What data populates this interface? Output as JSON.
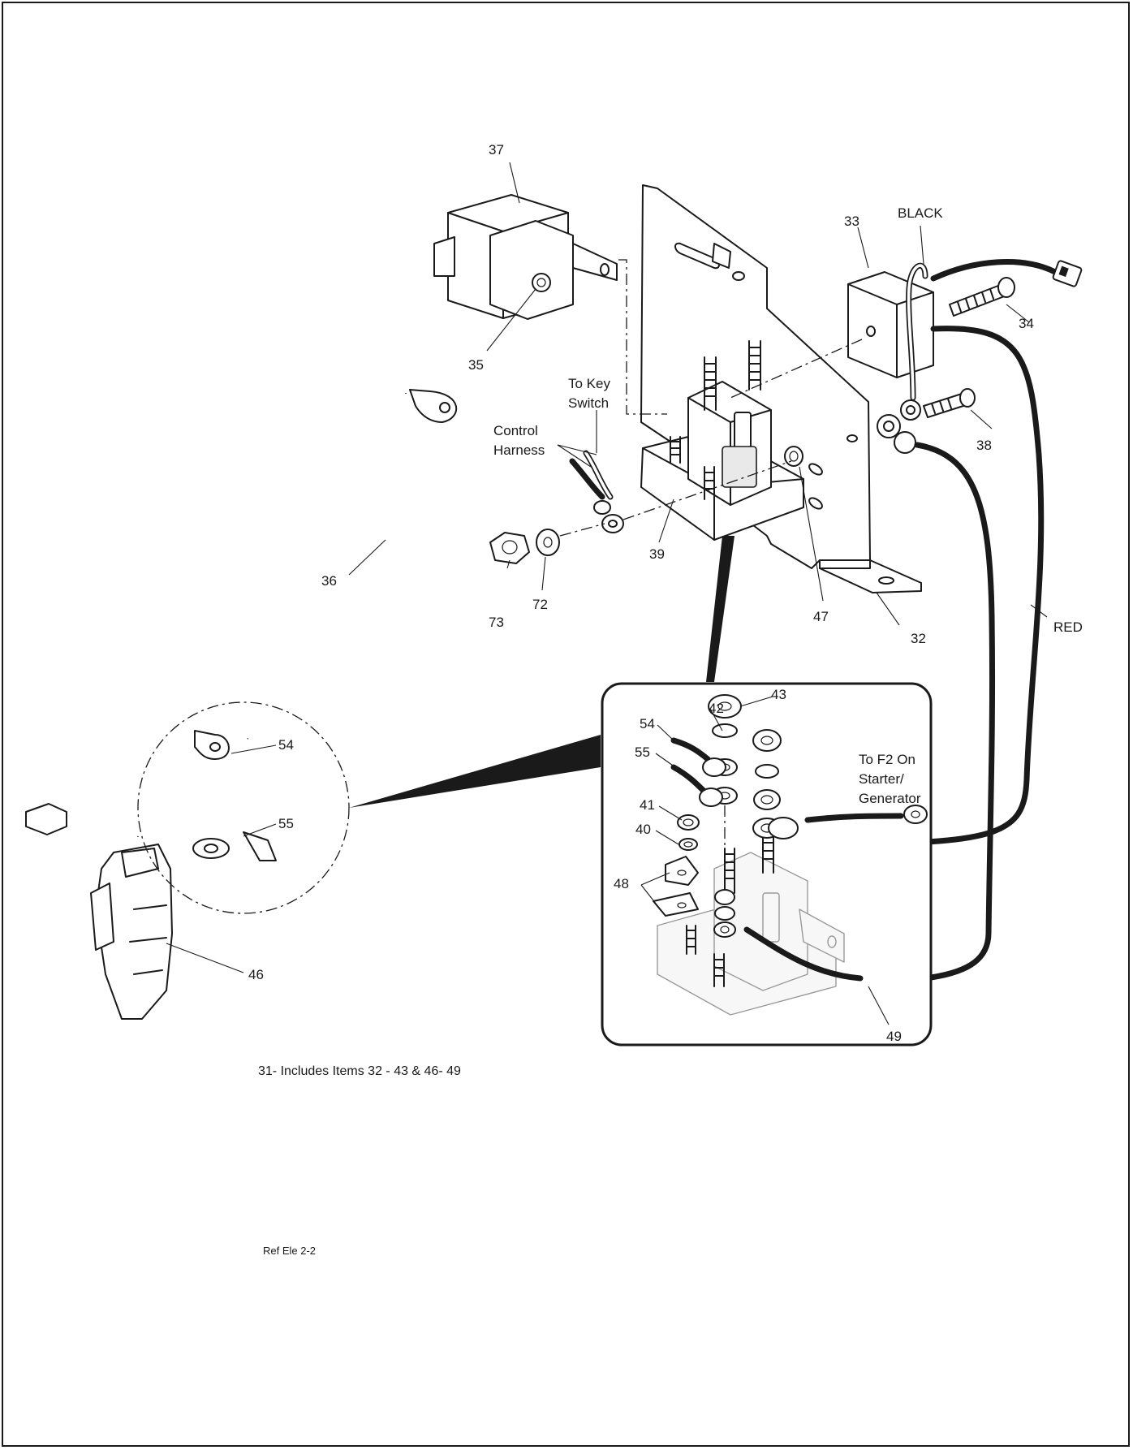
{
  "callouts": {
    "c32": "32",
    "c33": "33",
    "c34": "34",
    "c35": "35",
    "c36": "36",
    "c37": "37",
    "c38": "38",
    "c39": "39",
    "c40": "40",
    "c41": "41",
    "c42": "42",
    "c43": "43",
    "c46": "46",
    "c47": "47",
    "c48": "48",
    "c49": "49",
    "c54a": "54",
    "c55a": "55",
    "c54b": "54",
    "c55b": "55",
    "c72": "72",
    "c73": "73"
  },
  "notes": {
    "black": "BLACK",
    "red": "RED",
    "to_key_line1": "To Key",
    "to_key_line2": "Switch",
    "control_line1": "Control",
    "control_line2": "Harness",
    "f2_line1": "To F2 On",
    "f2_line2": "Starter/",
    "f2_line3": "Generator"
  },
  "caption": "31- Includes Items 32 - 43 & 46- 49",
  "reference": "Ref Ele 2-2"
}
